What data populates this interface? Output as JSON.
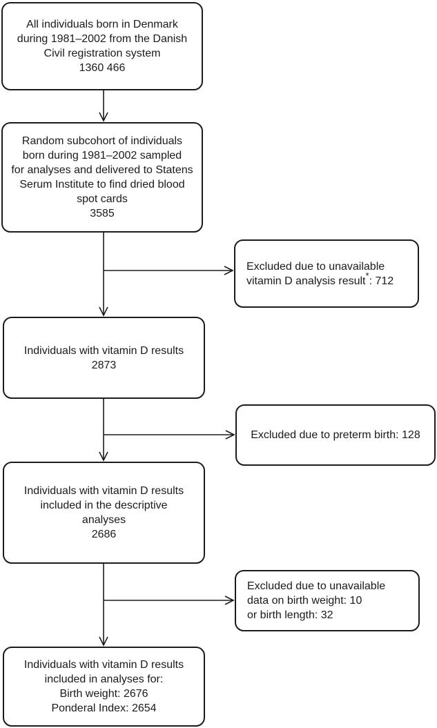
{
  "flowchart": {
    "boxes": [
      {
        "id": "all-born",
        "lines": [
          "All individuals born in Denmark",
          "during 1981–2002 from the Danish",
          "Civil registration system",
          "1360 466"
        ]
      },
      {
        "id": "random-subcohort",
        "lines": [
          "Random subcohort of individuals",
          "born during 1981–2002 sampled",
          "for analyses and delivered to Statens",
          "Serum Institute to find dried blood",
          "spot cards",
          "3585"
        ]
      },
      {
        "id": "excluded-vitamin-d",
        "lines": [
          "Excluded due to unavailable",
          "vitamin D analysis result"
        ],
        "footnote_mark": "*",
        "count_suffix": ": 712"
      },
      {
        "id": "with-vitamin-d",
        "lines": [
          "Individuals with vitamin D results",
          "2873"
        ]
      },
      {
        "id": "excluded-preterm",
        "lines": [
          "Excluded due to preterm birth: 128"
        ]
      },
      {
        "id": "descriptive",
        "lines": [
          "Individuals with vitamin D results",
          "included in the descriptive",
          "analyses",
          "2686"
        ]
      },
      {
        "id": "excluded-birth-data",
        "lines": [
          "Excluded due to unavailable",
          "data on birth weight: 10",
          "or birth length: 32"
        ]
      },
      {
        "id": "final-analyses",
        "lines": [
          "Individuals with vitamin D results",
          "included in analyses for:",
          "Birth weight: 2676",
          "Ponderal Index: 2654"
        ]
      }
    ],
    "colors": {
      "stroke": "#1a1a1a",
      "background": "#ffffff"
    }
  }
}
